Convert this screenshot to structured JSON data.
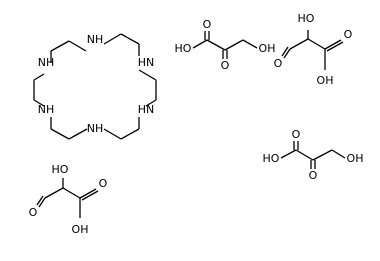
{
  "title": "",
  "macrocycle": {
    "atoms": {
      "n_top": "NH",
      "n_upper_left": "NH",
      "n_lower_left": "NH",
      "n_bottom": "NH",
      "n_lower_right": "HN",
      "n_upper_right": "HN"
    }
  },
  "oxalic_acids": [
    {
      "hydroxyl_left": "HO",
      "hydroxyl_right": "OH",
      "oxo_left": "O",
      "oxo_right": "O"
    },
    {
      "hydroxyl_top": "HO",
      "hydroxyl_bottom": "OH",
      "oxo_top": "O",
      "oxo_bottom": "O"
    },
    {
      "hydroxyl_left": "HO",
      "hydroxyl_right": "OH",
      "oxo_left": "O",
      "oxo_right": "O"
    },
    {
      "hydroxyl_top": "HO",
      "hydroxyl_bottom": "OH",
      "oxo_top": "O",
      "oxo_bottom": "O"
    }
  ]
}
